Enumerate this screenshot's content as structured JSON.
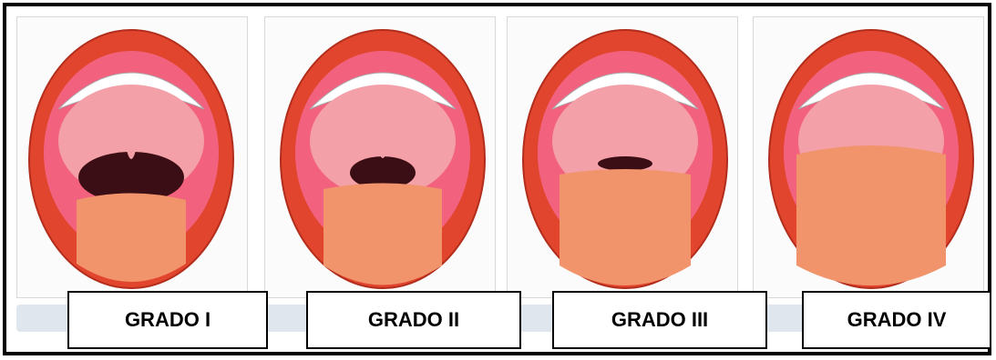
{
  "grades": [
    {
      "label": "GRADO I"
    },
    {
      "label": "GRADO II"
    },
    {
      "label": "GRADO III"
    },
    {
      "label": "GRADO IV"
    }
  ],
  "colors": {
    "lip": "#e2452e",
    "lip_dark": "#b22d1c",
    "gum": "#f2627f",
    "palate": "#f4a0a8",
    "tongue": "#f1946c",
    "teeth": "#ffffff",
    "throat": "#3a0e14",
    "frame": "#000000"
  }
}
